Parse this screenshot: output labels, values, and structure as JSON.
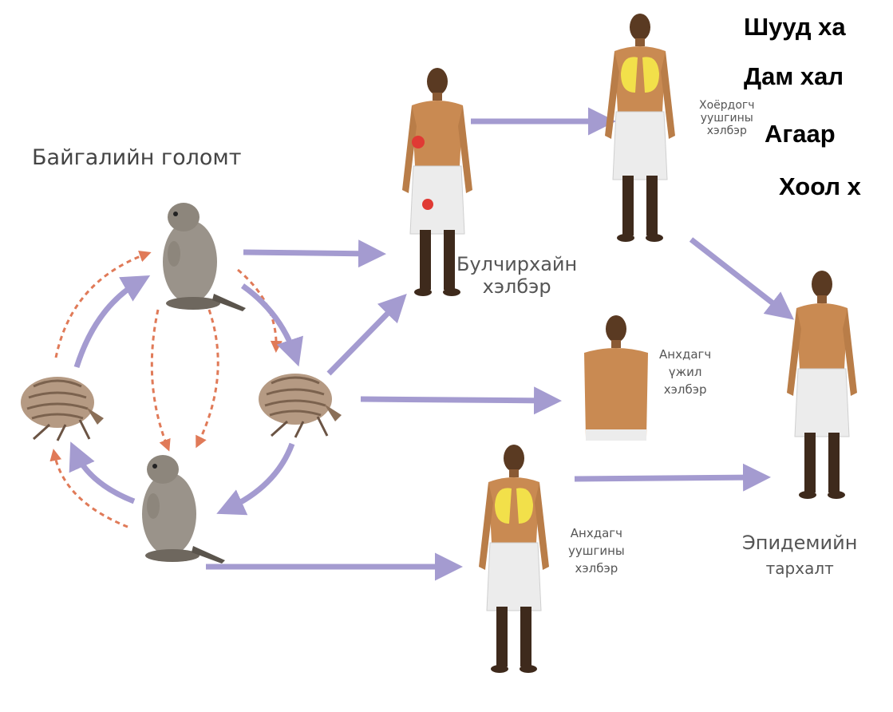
{
  "headings": {
    "direct": "Шууд ха",
    "indirect": "Дам хал",
    "air": "Агаар",
    "food": "Хоол х"
  },
  "labels": {
    "natural_focus": "Байгалийн голомт",
    "bubonic_line1": "Булчирхайн",
    "bubonic_line2": "хэлбэр",
    "secondary_pulmonary_line1": "Хоёрдогч",
    "secondary_pulmonary_line2": "уушгины",
    "secondary_pulmonary_line3": "хэлбэр",
    "primary_septic_line1": "Анхдагч",
    "primary_septic_line2": "үжил",
    "primary_septic_line3": "хэлбэр",
    "primary_pulmonary_line1": "Анхдагч",
    "primary_pulmonary_line2": "уушгины",
    "primary_pulmonary_line3": "хэлбэр",
    "epidemic_line1": "Эпидемийн",
    "epidemic_line2": "тархалт"
  },
  "colors": {
    "arrow_solid": "#a49bd0",
    "arrow_dashed": "#e07a58",
    "skin": "#c98a52",
    "cloth": "#ececec",
    "lung": "#f2e04a",
    "rodent": "#9a938a",
    "flea": "#b59a83"
  }
}
